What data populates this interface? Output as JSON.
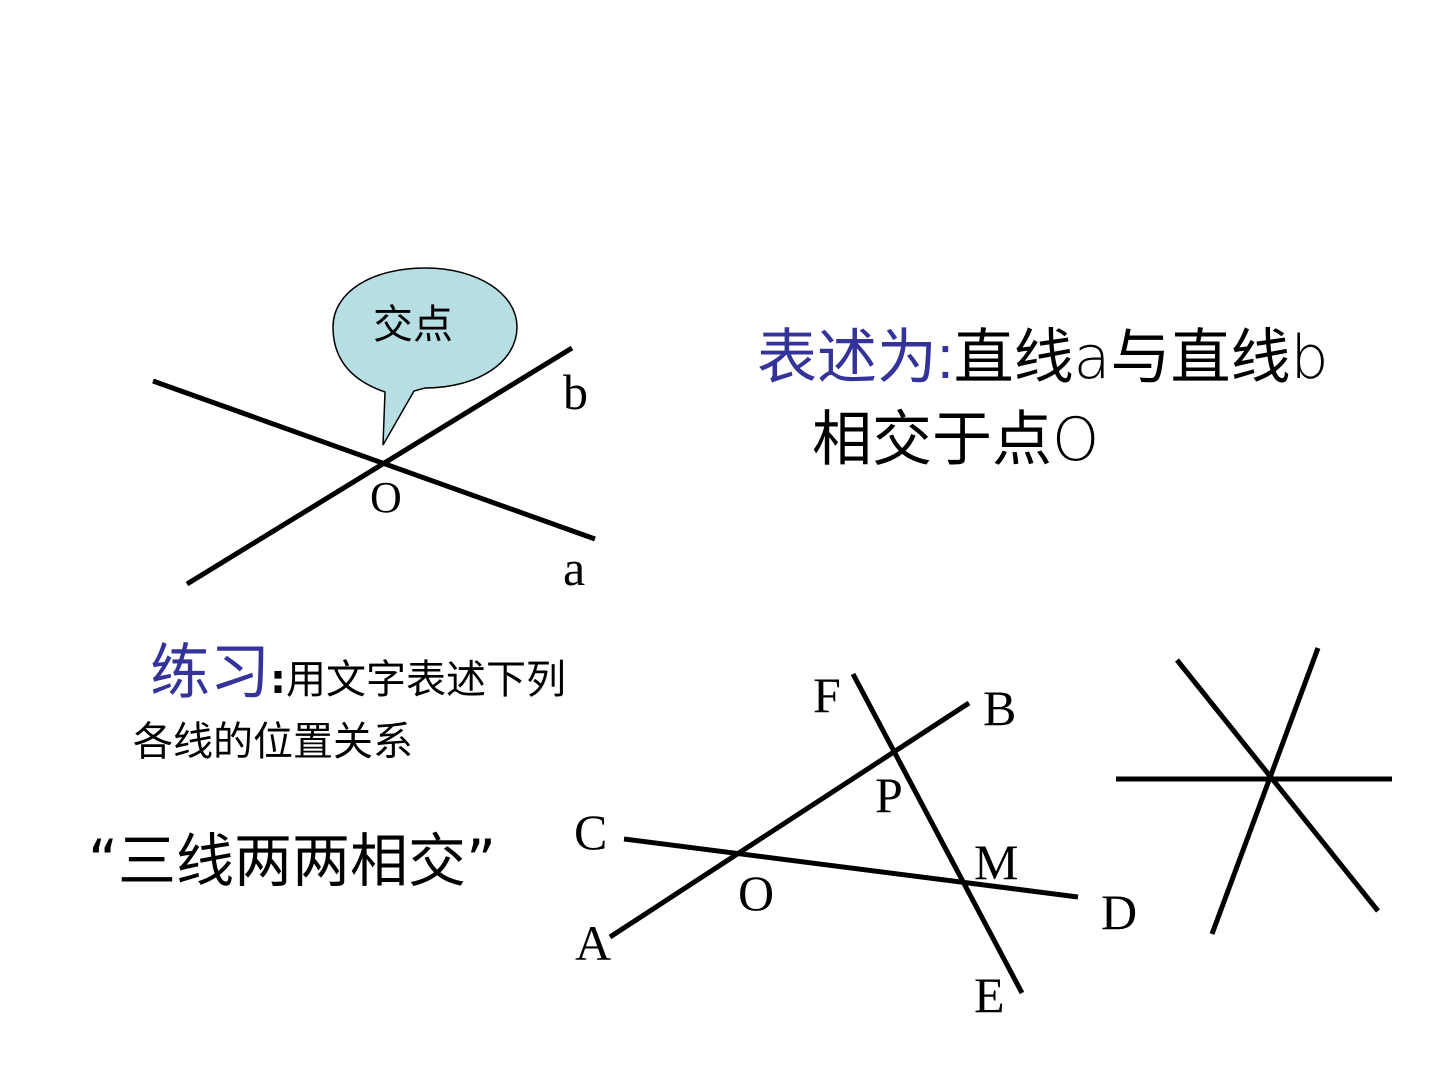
{
  "slide": {
    "background": "#ffffff",
    "accent_color": "#33339a",
    "bubble_fill": "#b7dee2"
  },
  "figure1": {
    "bubble_text": "交点",
    "intersection_label": "O",
    "line_a_label": "a",
    "line_b_label": "b"
  },
  "statement": {
    "prefix": "表述为",
    "colon": ":",
    "line1_rest": "直线a与直线b",
    "line2": "相交于点O"
  },
  "exercise": {
    "prefix": "练习",
    "colon": ":",
    "line1_rest": "用文字表述下列",
    "line2": "各线的位置关系"
  },
  "caption": {
    "text": "“三线两两相交”"
  },
  "figure2": {
    "labels": {
      "A": "A",
      "B": "B",
      "C": "C",
      "D": "D",
      "E": "E",
      "F": "F",
      "O": "O",
      "P": "P",
      "M": "M"
    }
  },
  "figure3": {
    "description": "three lines intersecting at one point"
  }
}
